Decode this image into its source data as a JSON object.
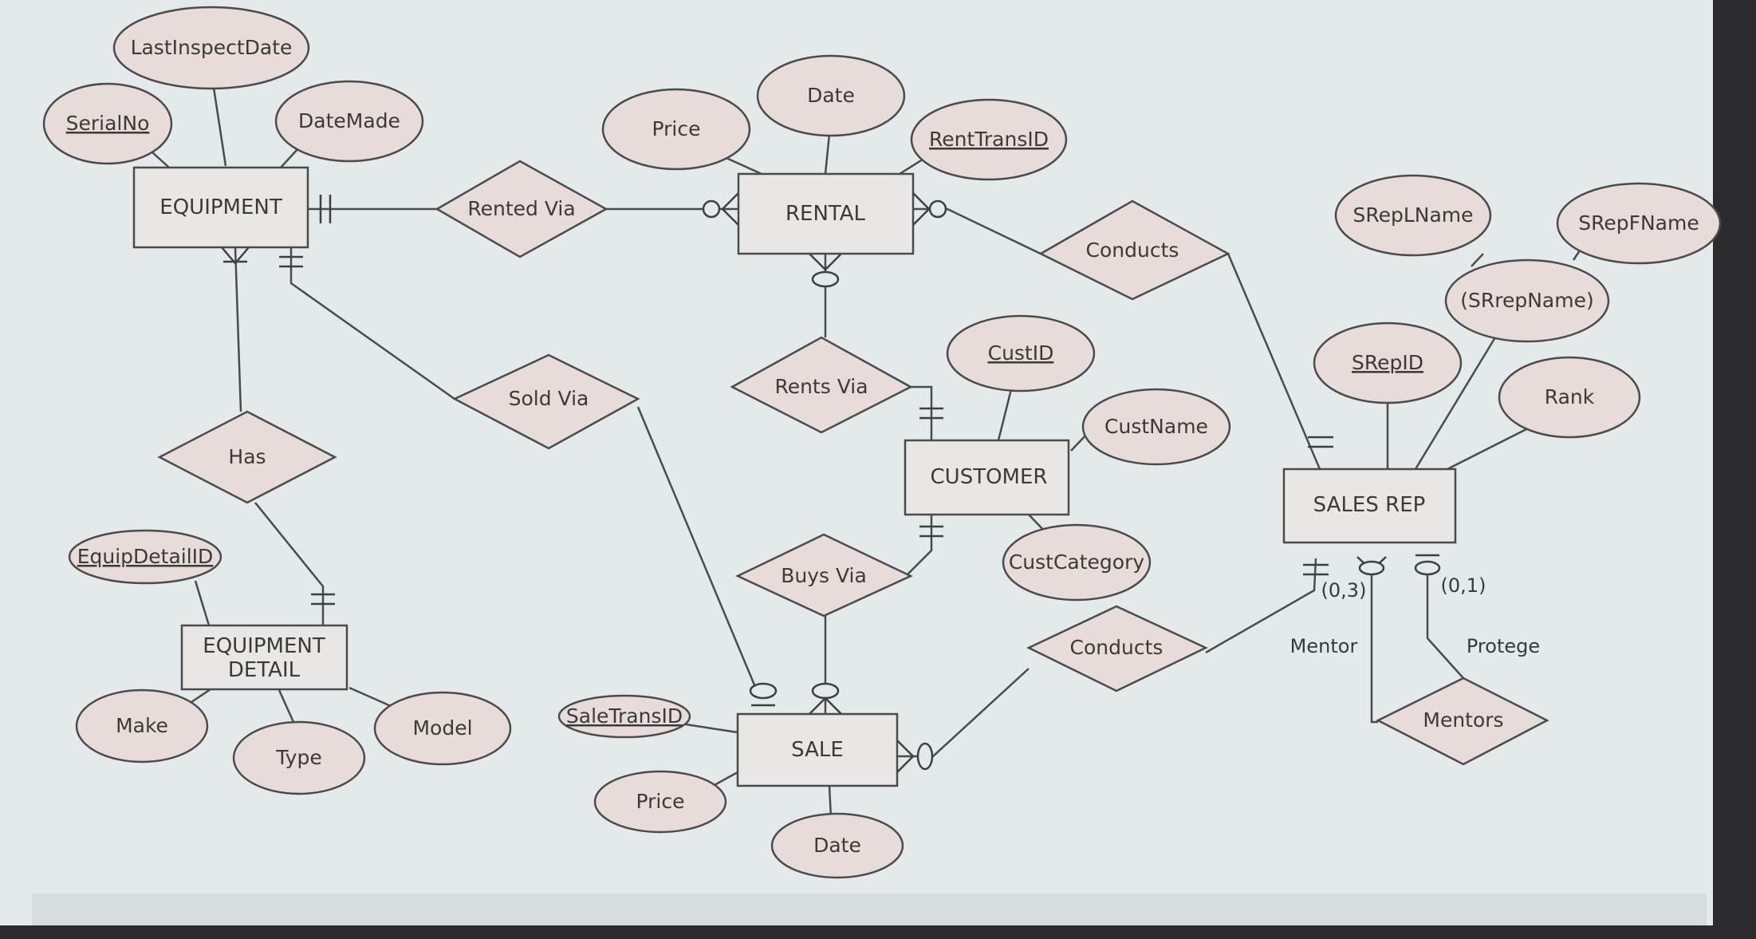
{
  "entities": {
    "equipment": "EQUIPMENT",
    "rental": "RENTAL",
    "customer": "CUSTOMER",
    "sales_rep": "SALES REP",
    "equipment_detail_line1": "EQUIPMENT",
    "equipment_detail_line2": "DETAIL",
    "sale": "SALE"
  },
  "attributes": {
    "last_inspect_date": "LastInspectDate",
    "serial_no": "SerialNo",
    "date_made": "DateMade",
    "rental_price": "Price",
    "rental_date": "Date",
    "rent_trans_id": "RentTransID",
    "srep_lname": "SRepLName",
    "srep_fname": "SRepFName",
    "srep_name": "(SRrepName)",
    "srep_id": "SRepID",
    "rank": "Rank",
    "cust_id": "CustID",
    "cust_name": "CustName",
    "cust_category": "CustCategory",
    "equip_detail_id": "EquipDetailID",
    "make": "Make",
    "type": "Type",
    "model": "Model",
    "sale_trans_id": "SaleTransID",
    "sale_price": "Price",
    "sale_date": "Date"
  },
  "relationships": {
    "rented_via": "Rented Via",
    "conducts_rental": "Conducts",
    "rents_via": "Rents Via",
    "sold_via": "Sold Via",
    "has": "Has",
    "buys_via": "Buys Via",
    "conducts_sale": "Conducts",
    "mentors": "Mentors"
  },
  "labels": {
    "card_mentor": "(0,3)",
    "card_protege": "(0,1)",
    "role_mentor": "Mentor",
    "role_protege": "Protege"
  }
}
